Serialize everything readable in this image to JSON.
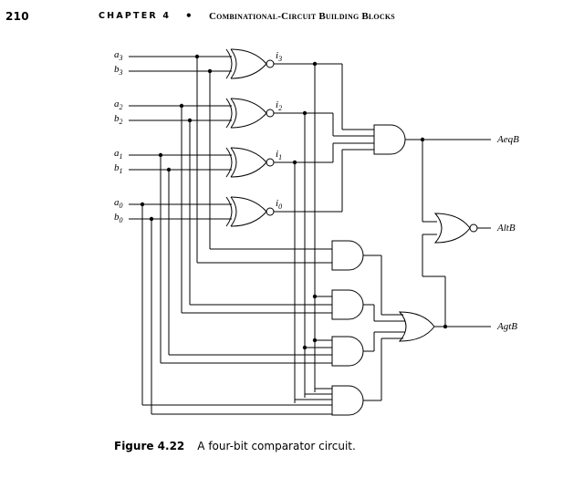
{
  "header": {
    "page_number": "210",
    "chapter": "CHAPTER 4",
    "separator": "•",
    "chapter_title": "Combinational-Circuit Building Blocks"
  },
  "inputs": {
    "a3": "a",
    "a3_sub": "3",
    "b3": "b",
    "b3_sub": "3",
    "a2": "a",
    "a2_sub": "2",
    "b2": "b",
    "b2_sub": "2",
    "a1": "a",
    "a1_sub": "1",
    "b1": "b",
    "b1_sub": "1",
    "a0": "a",
    "a0_sub": "0",
    "b0": "b",
    "b0_sub": "0"
  },
  "intermediate": {
    "i3": "i",
    "i3_sub": "3",
    "i2": "i",
    "i2_sub": "2",
    "i1": "i",
    "i1_sub": "1",
    "i0": "i",
    "i0_sub": "0"
  },
  "outputs": {
    "aeqb": "AeqB",
    "altb": "AltB",
    "agtb": "AgtB"
  },
  "caption": {
    "figure_label": "Figure 4.22",
    "text": "A four-bit comparator circuit."
  }
}
